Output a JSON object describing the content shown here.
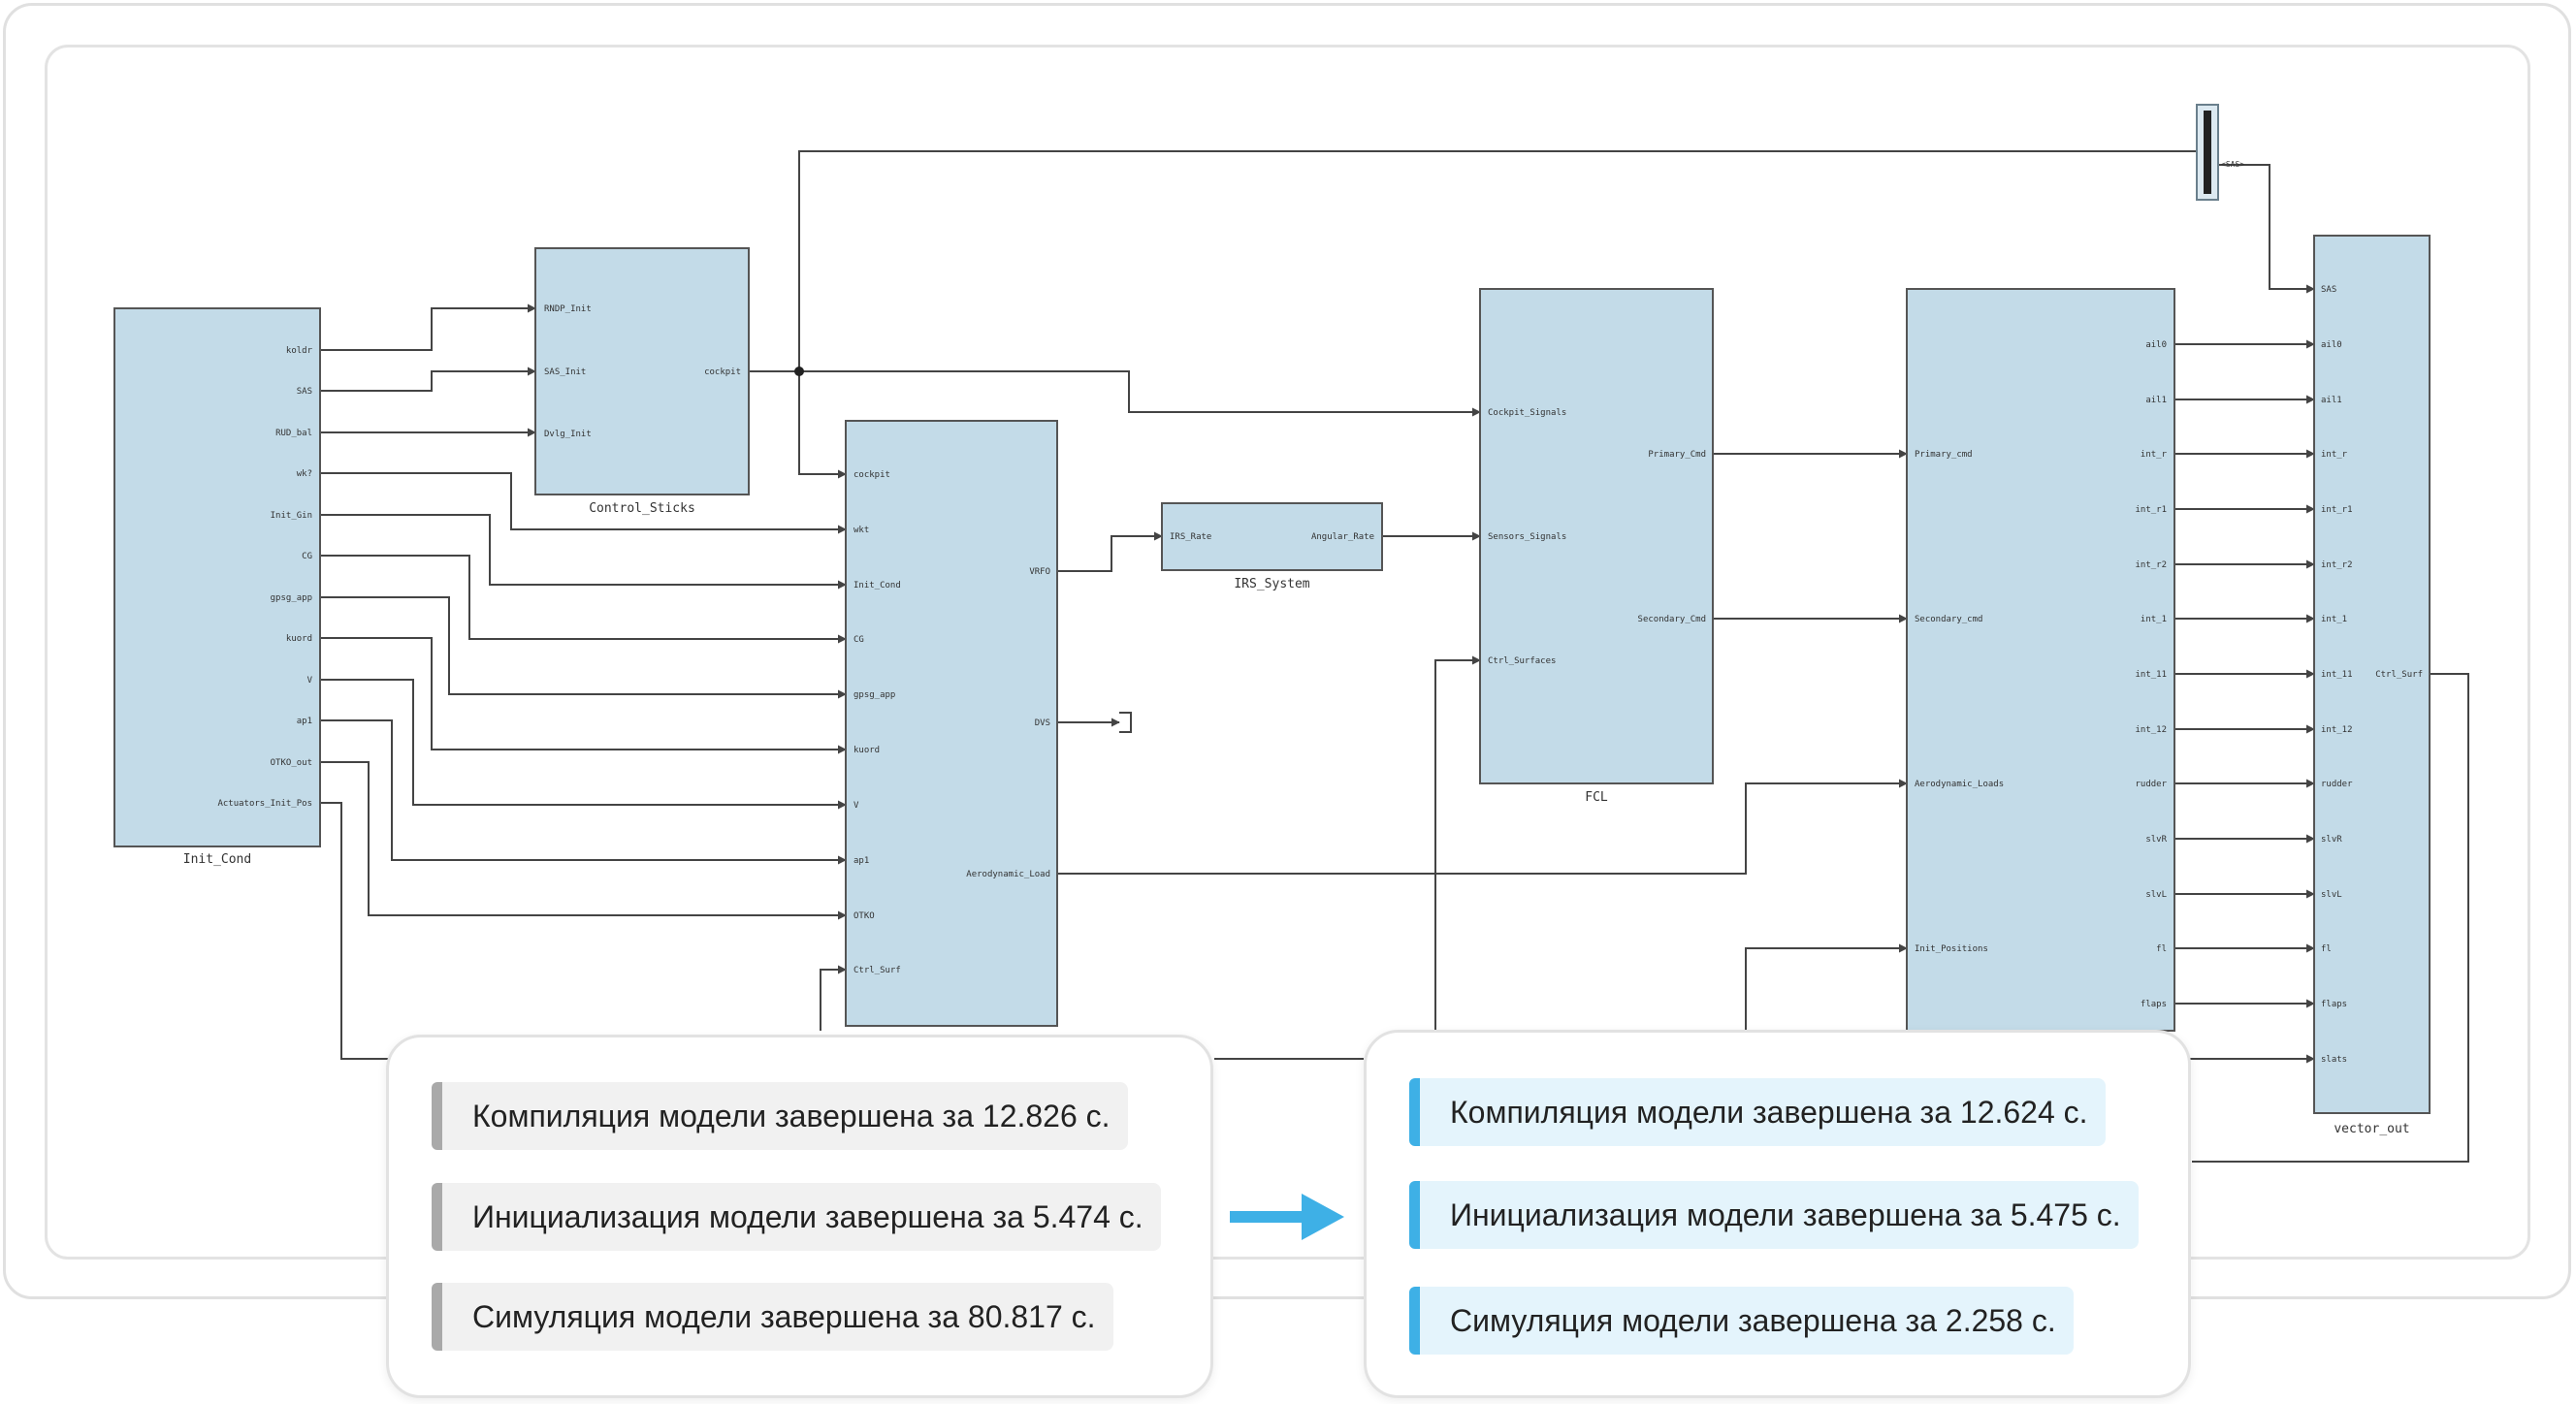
{
  "colors": {
    "block_fill": "#c3dbe8",
    "block_stroke": "#555555",
    "wire": "#444444",
    "accent_blue": "#3eb0e6",
    "before_bar": "#a9a9a9",
    "after_bg": "#e4f4fc"
  },
  "diagram": {
    "blocks": {
      "init_cond": {
        "name": "Init_Cond",
        "ports_out": [
          "koldr",
          "SAS",
          "RUD_bal",
          "wk?",
          "Init_Gin",
          "CG",
          "gpsg_app",
          "kuord",
          "V",
          "ap1",
          "OTKO_out",
          "Actuators_Init_Pos"
        ]
      },
      "control_sticks": {
        "name": "Control_Sticks",
        "ports_in": [
          "RNDP_Init",
          "SAS_Init",
          "Dvlg_Init"
        ],
        "ports_out": [
          "cockpit"
        ]
      },
      "aero": {
        "name": "",
        "ports_in": [
          "cockpit",
          "wkt",
          "Init_Cond",
          "CG",
          "gpsg_app",
          "kuord",
          "V",
          "ap1",
          "OTKO",
          "Ctrl_Surf"
        ],
        "ports_out": [
          "VRFO",
          "DVS",
          "Aerodynamic_Load"
        ]
      },
      "irs": {
        "name": "IRS_System",
        "ports_in": [
          "IRS_Rate"
        ],
        "ports_out": [
          "Angular_Rate"
        ]
      },
      "fcl": {
        "name": "FCL",
        "ports_in": [
          "Cockpit_Signals",
          "Sensors_Signals",
          "Ctrl_Surfaces"
        ],
        "ports_out": [
          "Primary_Cmd",
          "Secondary_Cmd"
        ]
      },
      "actuators": {
        "name": "",
        "ports_in": [
          "Primary_cmd",
          "Secondary_cmd",
          "Aerodynamic_Loads",
          "Init_Positions"
        ],
        "ports_out": [
          "ail0",
          "ail1",
          "int_r",
          "int_r1",
          "int_r2",
          "int_1",
          "int_11",
          "int_12",
          "rudder",
          "slvR",
          "slvL",
          "fl",
          "flaps"
        ]
      },
      "vector_out": {
        "name": "vector_out",
        "ports_in": [
          "SAS",
          "ail0",
          "ail1",
          "int_r",
          "int_r1",
          "int_r2",
          "int_1",
          "int_11",
          "int_12",
          "rudder",
          "slvR",
          "slvL",
          "fl",
          "flaps",
          "slats"
        ],
        "ports_out": [
          "Ctrl_Surf"
        ]
      }
    },
    "sas_label": "<SAS>"
  },
  "panels": {
    "before": {
      "messages": [
        "Компиляция модели завершена за 12.826 с.",
        "Инициализация модели завершена за 5.474 с.",
        "Симуляция модели завершена за 80.817 с."
      ]
    },
    "after": {
      "messages": [
        "Компиляция модели завершена за 12.624 с.",
        "Инициализация модели завершена за 5.475 с.",
        "Симуляция модели завершена за 2.258 с."
      ]
    }
  }
}
